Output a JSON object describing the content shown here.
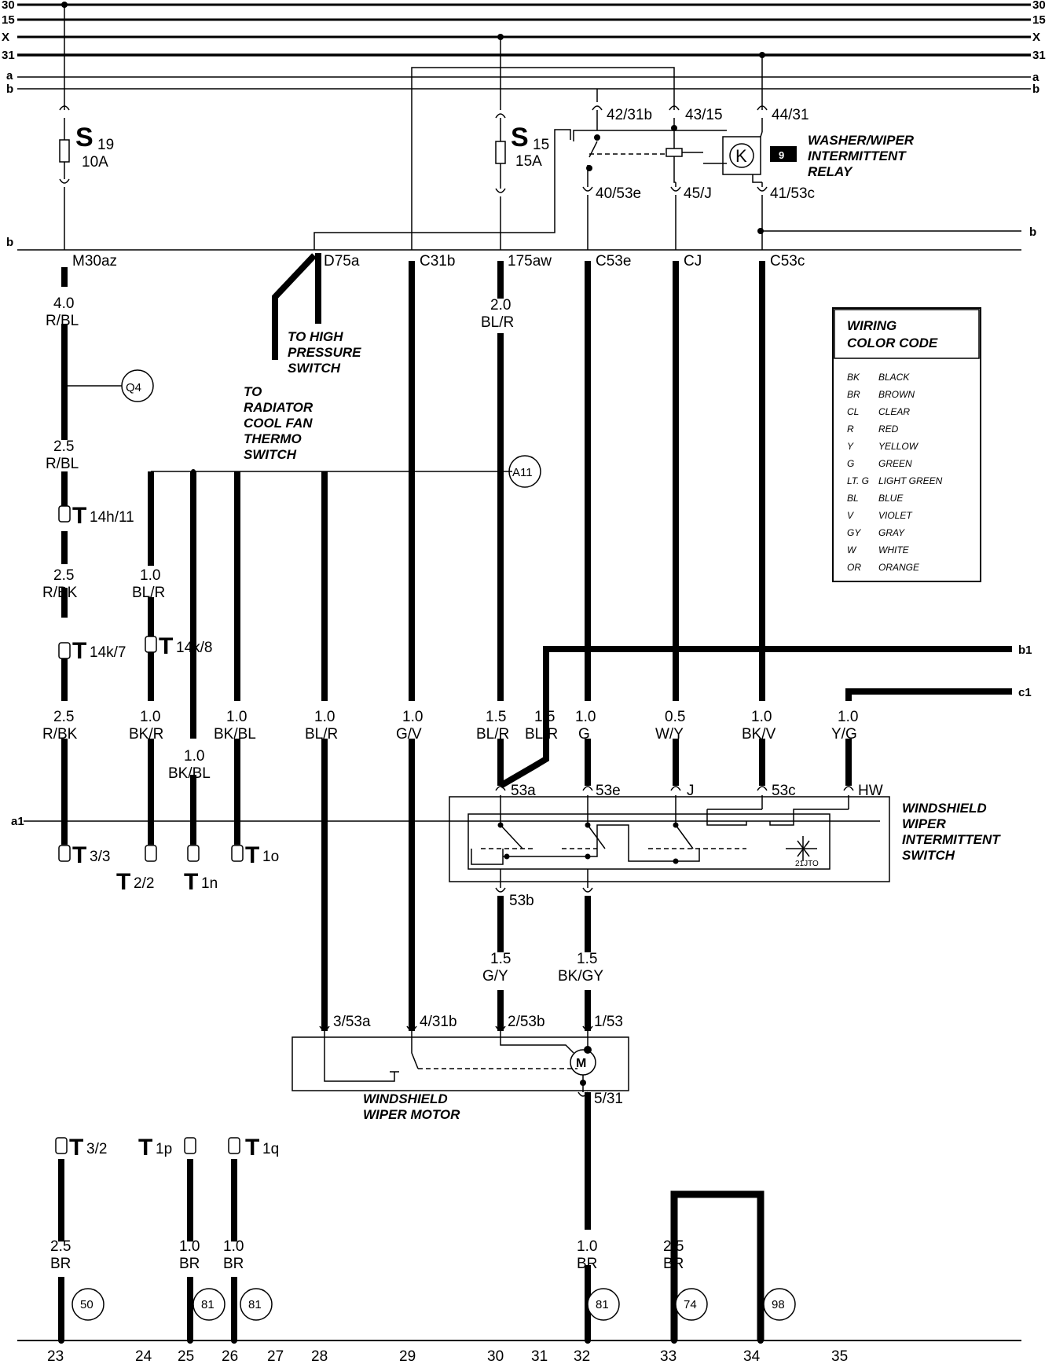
{
  "buses": {
    "left": [
      "30",
      "15",
      "X",
      "31",
      "a",
      "b"
    ],
    "right": [
      "30",
      "15",
      "X",
      "31",
      "a",
      "b"
    ],
    "b_left": "b",
    "b_right": "b",
    "a1": "a1",
    "b1": "b1",
    "c1": "c1"
  },
  "fuses": [
    {
      "id": "S19",
      "letter": "S",
      "num": "19",
      "rating": "10A"
    },
    {
      "id": "S15",
      "letter": "S",
      "num": "15",
      "rating": "15A"
    }
  ],
  "relay": {
    "title": [
      "WASHER/WIPER",
      "INTERMITTENT",
      "RELAY"
    ],
    "number": "9",
    "symbol": "K",
    "pins_top": [
      "42/31b",
      "43/15",
      "44/31"
    ],
    "pins_bottom": [
      "40/53e",
      "45/J",
      "41/53c"
    ]
  },
  "connections": [
    "M30az",
    "D75a",
    "C31b",
    "175aw",
    "C53e",
    "CJ",
    "C53c"
  ],
  "notes": {
    "high_pressure": [
      "TO HIGH",
      "PRESSURE",
      "SWITCH"
    ],
    "radiator": [
      "TO",
      "RADIATOR",
      "COOL FAN",
      "THERMO",
      "SWITCH"
    ]
  },
  "refs": [
    "Q4",
    "A11"
  ],
  "wires": [
    {
      "size": "4.0",
      "color": "R/BL"
    },
    {
      "size": "2.5",
      "color": "R/BL"
    },
    {
      "size": "2.5",
      "color": "R/BK"
    },
    {
      "size": "1.0",
      "color": "BL/R"
    },
    {
      "size": "2.5",
      "color": "R/BK"
    },
    {
      "size": "1.0",
      "color": "BK/R"
    },
    {
      "size": "1.0",
      "color": "BK/BL"
    },
    {
      "size": "1.0",
      "color": "BK/BL"
    },
    {
      "size": "1.0",
      "color": "BL/R"
    },
    {
      "size": "1.0",
      "color": "G/V"
    },
    {
      "size": "2.0",
      "color": "BL/R"
    },
    {
      "size": "1.5",
      "color": "BL/R"
    },
    {
      "size": "1.5",
      "color": "BL/R"
    },
    {
      "size": "1.0",
      "color": "G"
    },
    {
      "size": "0.5",
      "color": "W/Y"
    },
    {
      "size": "1.0",
      "color": "BK/V"
    },
    {
      "size": "1.0",
      "color": "Y/G"
    },
    {
      "size": "1.5",
      "color": "G/Y"
    },
    {
      "size": "1.5",
      "color": "BK/GY"
    },
    {
      "size": "2.5",
      "color": "BR"
    },
    {
      "size": "1.0",
      "color": "BR"
    },
    {
      "size": "1.0",
      "color": "BR"
    },
    {
      "size": "1.0",
      "color": "BR"
    },
    {
      "size": "2.5",
      "color": "BR"
    }
  ],
  "connectors": [
    {
      "letter": "T",
      "sub": "14h/11"
    },
    {
      "letter": "T",
      "sub": "14k/7"
    },
    {
      "letter": "T",
      "sub": "14k/8"
    },
    {
      "letter": "T",
      "sub": "3/3"
    },
    {
      "letter": "T",
      "sub": "2/2"
    },
    {
      "letter": "T",
      "sub": "1n"
    },
    {
      "letter": "T",
      "sub": "1o"
    },
    {
      "letter": "T",
      "sub": "3/2"
    },
    {
      "letter": "T",
      "sub": "1p"
    },
    {
      "letter": "T",
      "sub": "1q"
    }
  ],
  "switch": {
    "title": [
      "WINDSHIELD",
      "WIPER",
      "INTERMITTENT",
      "SWITCH"
    ],
    "pins": [
      "53a",
      "53e",
      "J",
      "53c",
      "HW",
      "53b"
    ],
    "code": "21JTO"
  },
  "motor": {
    "title": [
      "WINDSHIELD",
      "WIPER MOTOR"
    ],
    "symbol": "M",
    "pins": [
      "3/53a",
      "4/31b",
      "2/53b",
      "1/53",
      "5/31"
    ]
  },
  "legend": {
    "title": [
      "WIRING",
      "COLOR CODE"
    ],
    "items": [
      {
        "code": "BK",
        "name": "BLACK"
      },
      {
        "code": "BR",
        "name": "BROWN"
      },
      {
        "code": "CL",
        "name": "CLEAR"
      },
      {
        "code": "R",
        "name": "RED"
      },
      {
        "code": "Y",
        "name": "YELLOW"
      },
      {
        "code": "G",
        "name": "GREEN"
      },
      {
        "code": "LT. G",
        "name": "LIGHT GREEN"
      },
      {
        "code": "BL",
        "name": "BLUE"
      },
      {
        "code": "V",
        "name": "VIOLET"
      },
      {
        "code": "GY",
        "name": "GRAY"
      },
      {
        "code": "W",
        "name": "WHITE"
      },
      {
        "code": "OR",
        "name": "ORANGE"
      }
    ]
  },
  "grounds": [
    "50",
    "81",
    "81",
    "81",
    "74",
    "98"
  ],
  "grid": [
    "23",
    "24",
    "25",
    "26",
    "27",
    "28",
    "29",
    "30",
    "31",
    "32",
    "33",
    "34",
    "35"
  ]
}
